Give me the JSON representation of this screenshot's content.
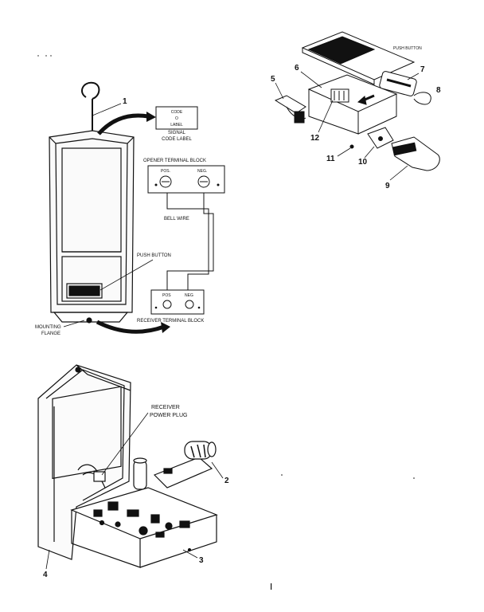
{
  "diagram": {
    "top_left": {
      "code_label_lines": [
        "CODE",
        "O",
        "LABEL"
      ],
      "signal_code_label": [
        "SIGNAL",
        "CODE LABEL"
      ],
      "opener_terminal_block": "OPENER TERMINAL BLOCK",
      "pos": "POS.",
      "neg": "NEG.",
      "bell_wire": "BELL WIRE",
      "push_button": "PUSH BUTTON",
      "receiver_terminal_block": "RECEIVER TERMINAL BLOCK",
      "receiver_pos": "POS",
      "receiver_neg": "NEG",
      "mounting_flange": [
        "MOUNTING",
        "FLANGE"
      ],
      "callout_1": "1"
    },
    "top_right": {
      "push_button_small": "PUSH BUTTON",
      "callouts": [
        "5",
        "6",
        "7",
        "8",
        "9",
        "10",
        "11",
        "12"
      ]
    },
    "bottom_left": {
      "receiver_power_plug": [
        "RECEIVER",
        "POWER PLUG"
      ],
      "callouts": [
        "2",
        "3",
        "4"
      ]
    }
  },
  "colors": {
    "ink": "#111111",
    "paper": "#ffffff"
  }
}
